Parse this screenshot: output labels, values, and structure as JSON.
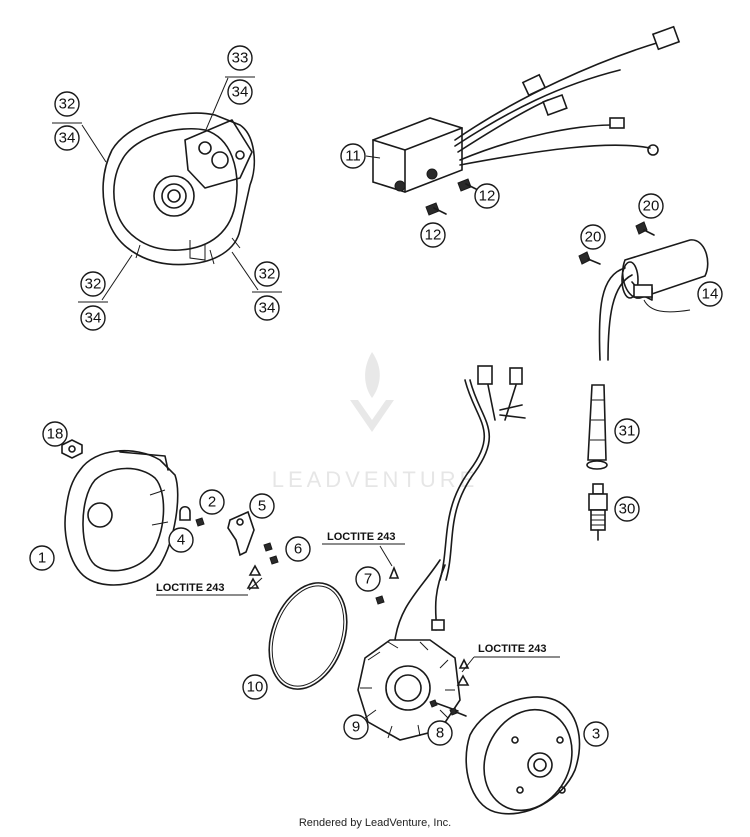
{
  "callouts": {
    "c1": "1",
    "c2": "2",
    "c3": "3",
    "c4": "4",
    "c5": "5",
    "c6": "6",
    "c7": "7",
    "c8": "8",
    "c9": "9",
    "c10": "10",
    "c11": "11",
    "c12a": "12",
    "c12b": "12",
    "c14": "14",
    "c18": "18",
    "c20a": "20",
    "c20b": "20",
    "c30": "30",
    "c31": "31",
    "c32a": "32",
    "c34a": "34",
    "c33": "33",
    "c34b": "34",
    "c32b": "32",
    "c34c": "34",
    "c32c": "32",
    "c34d": "34"
  },
  "labels": {
    "loctite_a": "LOCTITE 243",
    "loctite_b": "LOCTITE 243",
    "loctite_c": "LOCTITE 243"
  },
  "watermark": "LEADVENTURE",
  "footer": "Rendered by LeadVenture, Inc."
}
